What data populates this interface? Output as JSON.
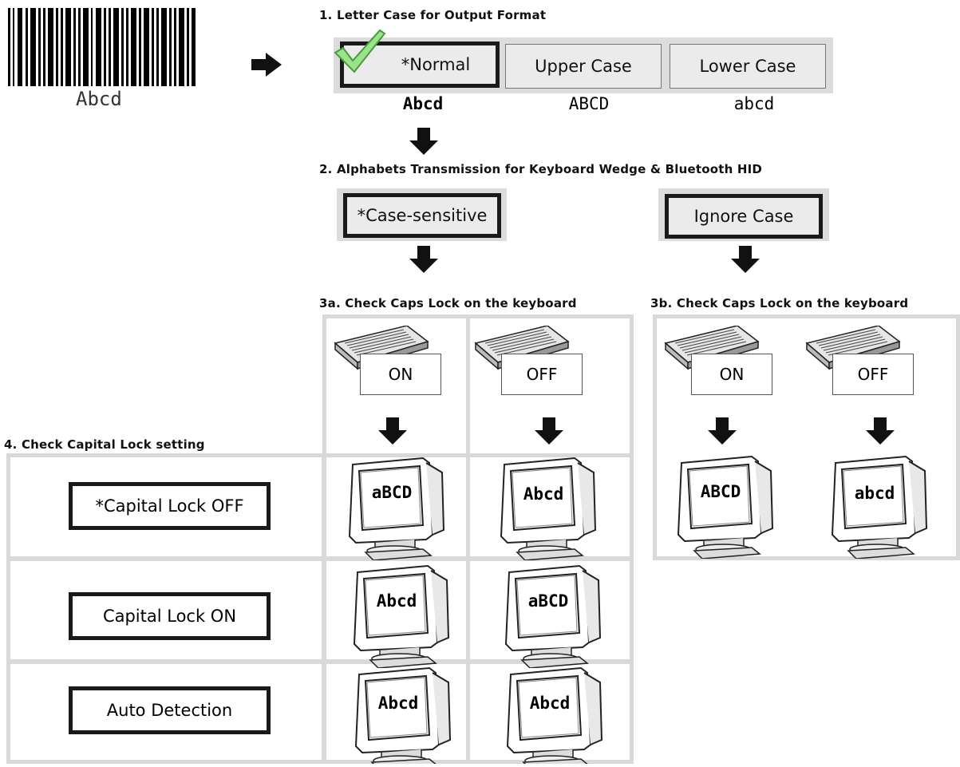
{
  "barcode": {
    "caption": "Abcd"
  },
  "step1": {
    "heading": "1. Letter Case for Output Format",
    "options": [
      {
        "label": "*Normal",
        "sample": "Abcd",
        "selected": true
      },
      {
        "label": "Upper Case",
        "sample": "ABCD",
        "selected": false
      },
      {
        "label": "Lower Case",
        "sample": "abcd",
        "selected": false
      }
    ]
  },
  "step2": {
    "heading": "2. Alphabets Transmission for Keyboard Wedge & Bluetooth HID",
    "case_sensitive": "*Case-sensitive",
    "ignore_case": "Ignore Case"
  },
  "step3a": {
    "heading": "3a. Check Caps Lock on the keyboard",
    "on": "ON",
    "off": "OFF"
  },
  "step3b": {
    "heading": "3b. Check Caps Lock on the keyboard",
    "on": "ON",
    "off": "OFF",
    "results": [
      "ABCD",
      "abcd"
    ]
  },
  "step4": {
    "heading": "4. Check Capital Lock setting",
    "rows": [
      {
        "label": "*Capital Lock OFF",
        "on": "aBCD",
        "off": "Abcd"
      },
      {
        "label": "Capital Lock ON",
        "on": "Abcd",
        "off": "aBCD"
      },
      {
        "label": "Auto Detection",
        "on": "Abcd",
        "off": "Abcd"
      }
    ]
  },
  "colors": {
    "grey": "#d9d9d9",
    "dark": "#1a1a1a",
    "check": "#7fd66b"
  }
}
